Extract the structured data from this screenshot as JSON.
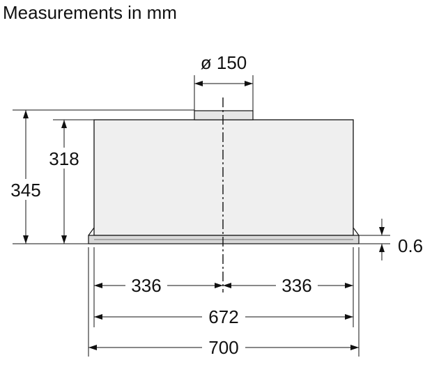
{
  "title": "Measurements in mm",
  "dimensions": {
    "duct_diameter": "ø 150",
    "total_height": "345",
    "body_height": "318",
    "frame_thickness": "0.6",
    "half_width_left": "336",
    "half_width_right": "336",
    "body_width": "672",
    "overall_width": "700"
  }
}
